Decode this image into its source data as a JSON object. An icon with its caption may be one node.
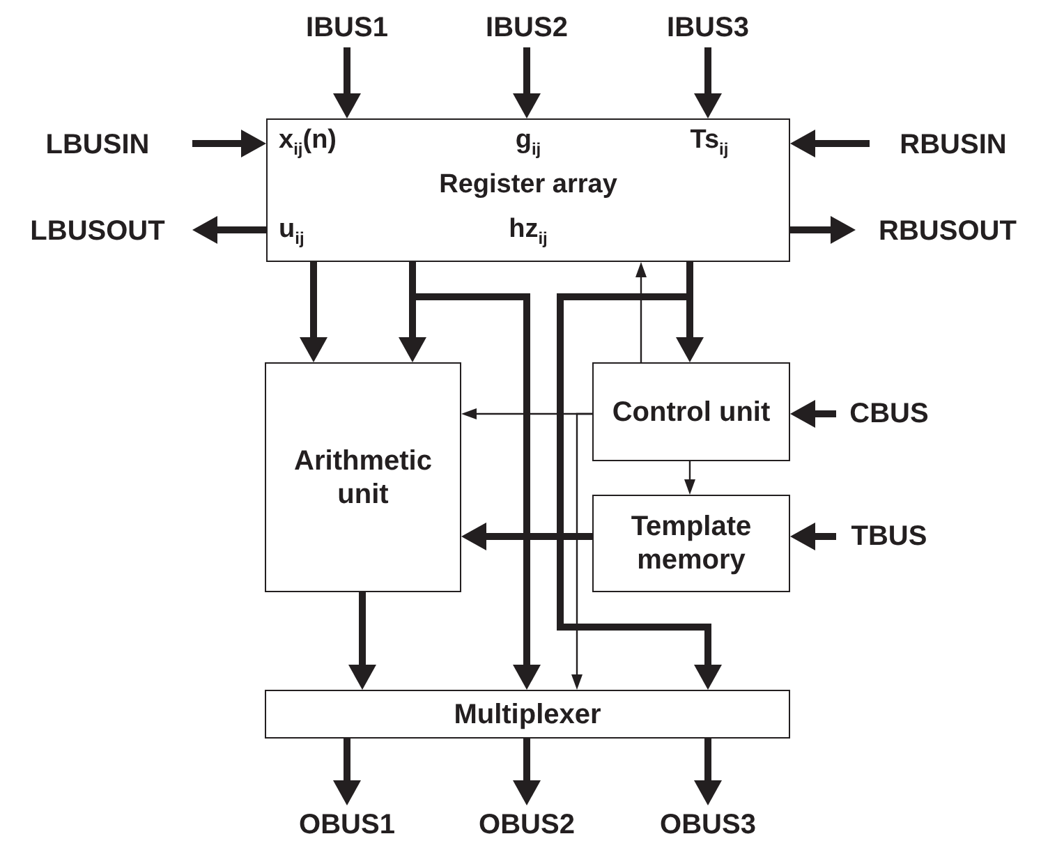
{
  "diagram": {
    "nodes": [
      {
        "text": [
          "IBUS1"
        ]
      },
      {
        "text": [
          "IBUS2"
        ]
      },
      {
        "text": [
          "IBUS3"
        ]
      },
      {
        "text": [
          "LBUSIN"
        ]
      },
      {
        "text": [
          "x$_{ij}$(n)",
          "g$_{ij}$",
          "Ts$_{ij}$",
          "Register array",
          "u$_{ij}$",
          "hz$_{ij}$"
        ]
      },
      {
        "text": [
          "RBUSIN"
        ]
      },
      {
        "text": [
          "LBUSOUT"
        ]
      },
      {
        "text": [
          "RBUSOUT"
        ]
      },
      {
        "text": [
          "Arithmetic unit"
        ]
      },
      {
        "text": [
          "Control unit"
        ]
      },
      {
        "text": [
          "CBUS"
        ]
      },
      {
        "text": [
          "Template memory"
        ]
      },
      {
        "text": [
          "TBUS"
        ]
      },
      {
        "text": [
          "Multiplexer"
        ]
      },
      {
        "text": [
          "OBUS1"
        ]
      },
      {
        "text": [
          "OBUS2"
        ]
      },
      {
        "text": [
          "OBUS3"
        ]
      }
    ],
    "edges": [
      {
        "from": 0,
        "to": 4,
        "arrow": "to"
      },
      {
        "from": 1,
        "to": 4,
        "arrow": "to"
      },
      {
        "from": 2,
        "to": 4,
        "arrow": "to"
      },
      {
        "from": 3,
        "to": 4,
        "arrow": "to"
      },
      {
        "from": 5,
        "to": 4,
        "arrow": "to"
      },
      {
        "from": 4,
        "to": 6,
        "arrow": "to"
      },
      {
        "from": 4,
        "to": 7,
        "arrow": "to"
      },
      {
        "from": 4,
        "to": 8,
        "arrow": "to"
      },
      {
        "from": 4,
        "to": 8,
        "arrow": "to"
      },
      {
        "from": 4,
        "to": 13,
        "arrow": "to"
      },
      {
        "from": 4,
        "to": 9,
        "arrow": "to"
      },
      {
        "from": 4,
        "to": 13,
        "arrow": "to"
      },
      {
        "from": 9,
        "to": 4,
        "arrow": "to"
      },
      {
        "from": 9,
        "to": 8,
        "arrow": "to"
      },
      {
        "from": 9,
        "to": 13,
        "arrow": "to"
      },
      {
        "from": 10,
        "to": 9,
        "arrow": "to"
      },
      {
        "from": 9,
        "to": 11,
        "arrow": "to"
      },
      {
        "from": 12,
        "to": 11,
        "arrow": "to"
      },
      {
        "from": 11,
        "to": 8,
        "arrow": "to"
      },
      {
        "from": 8,
        "to": 13,
        "arrow": "to"
      },
      {
        "from": 13,
        "to": 14,
        "arrow": "to"
      },
      {
        "from": 13,
        "to": 15,
        "arrow": "to"
      },
      {
        "from": 13,
        "to": 16,
        "arrow": "to"
      }
    ]
  }
}
